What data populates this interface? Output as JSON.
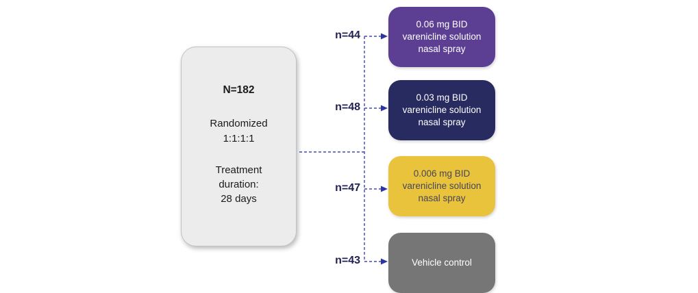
{
  "diagram": {
    "main_box": {
      "n_total": "N=182",
      "randomized_line1": "Randomized",
      "ratio": "1:1:1:1",
      "duration_line1": "Treatment",
      "duration_line2": "duration:",
      "duration_line3": "28 days"
    },
    "arms": [
      {
        "label": "n=44",
        "text": "0.06 mg BID varenicline solution nasal spray",
        "color": "#5C3F93",
        "text_color": "#FFFFFF"
      },
      {
        "label": "n=48",
        "text": "0.03 mg BID varenicline solution nasal spray",
        "color": "#272B60",
        "text_color": "#FFFFFF"
      },
      {
        "label": "n=47",
        "text": "0.006 mg BID varenicline solution nasal spray",
        "color": "#E9C33C",
        "text_color": "#45465A"
      },
      {
        "label": "n=43",
        "text": "Vehicle control",
        "color": "#777677",
        "text_color": "#FFFFFF"
      }
    ],
    "colors": {
      "connector": "#4046BC",
      "arrowhead": "#2E34A2",
      "label_text": "#1F2152",
      "main_box_bg": "#ECECEC"
    }
  }
}
